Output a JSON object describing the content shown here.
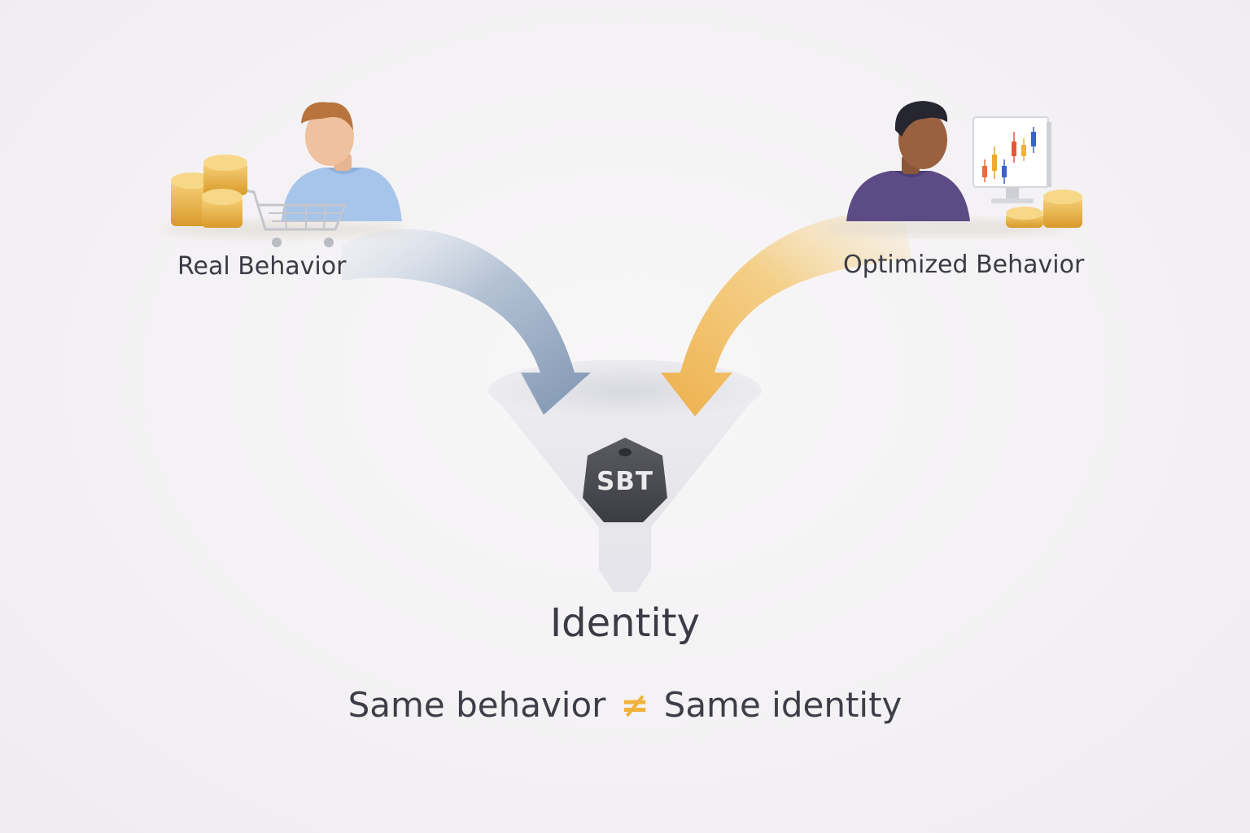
{
  "labels": {
    "real_behavior": "Real Behavior",
    "optimized_behavior": "Optimized Behavior",
    "identity": "Identity",
    "token": "SBT"
  },
  "tagline": {
    "left": "Same behavior",
    "symbol": "≠",
    "right": "Same identity"
  },
  "colors": {
    "real_arrow": "#8ea3bd",
    "optimized_arrow": "#f1bb58",
    "funnel": "#e3e3e8",
    "token": "#4a4b52",
    "text": "#3a3b45",
    "accent_neq": "#f0b23a"
  },
  "icons": {
    "real_person": "person-with-shopping-cart-and-coins-icon",
    "optimized_person": "person-with-candlestick-chart-and-coins-icon",
    "funnel": "funnel-icon",
    "token": "hexagon-token-icon"
  }
}
